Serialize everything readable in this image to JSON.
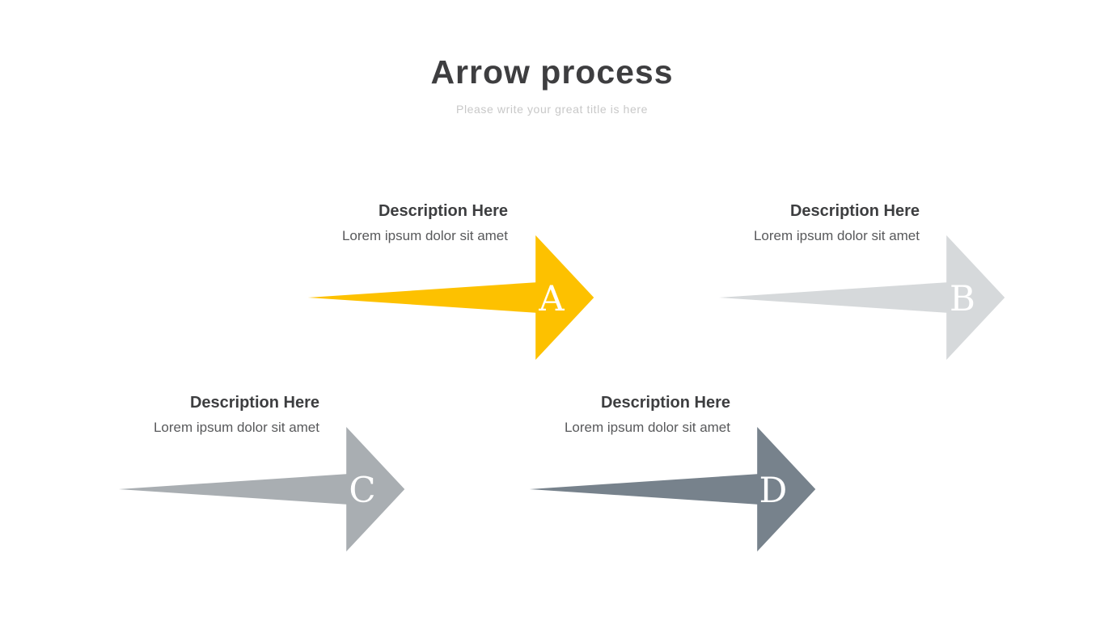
{
  "page": {
    "title": "Arrow process",
    "subtitle": "Please write your great title is here"
  },
  "items": [
    {
      "letter": "A",
      "title": "Description Here",
      "body": "Lorem ipsum dolor sit amet",
      "color": "#FDC100"
    },
    {
      "letter": "B",
      "title": "Description Here",
      "body": "Lorem ipsum dolor sit amet",
      "color": "#D6D9DB"
    },
    {
      "letter": "C",
      "title": "Description Here",
      "body": "Lorem ipsum dolor sit amet",
      "color": "#A9AEB2"
    },
    {
      "letter": "D",
      "title": "Description Here",
      "body": "Lorem ipsum dolor sit amet",
      "color": "#77828C"
    }
  ]
}
